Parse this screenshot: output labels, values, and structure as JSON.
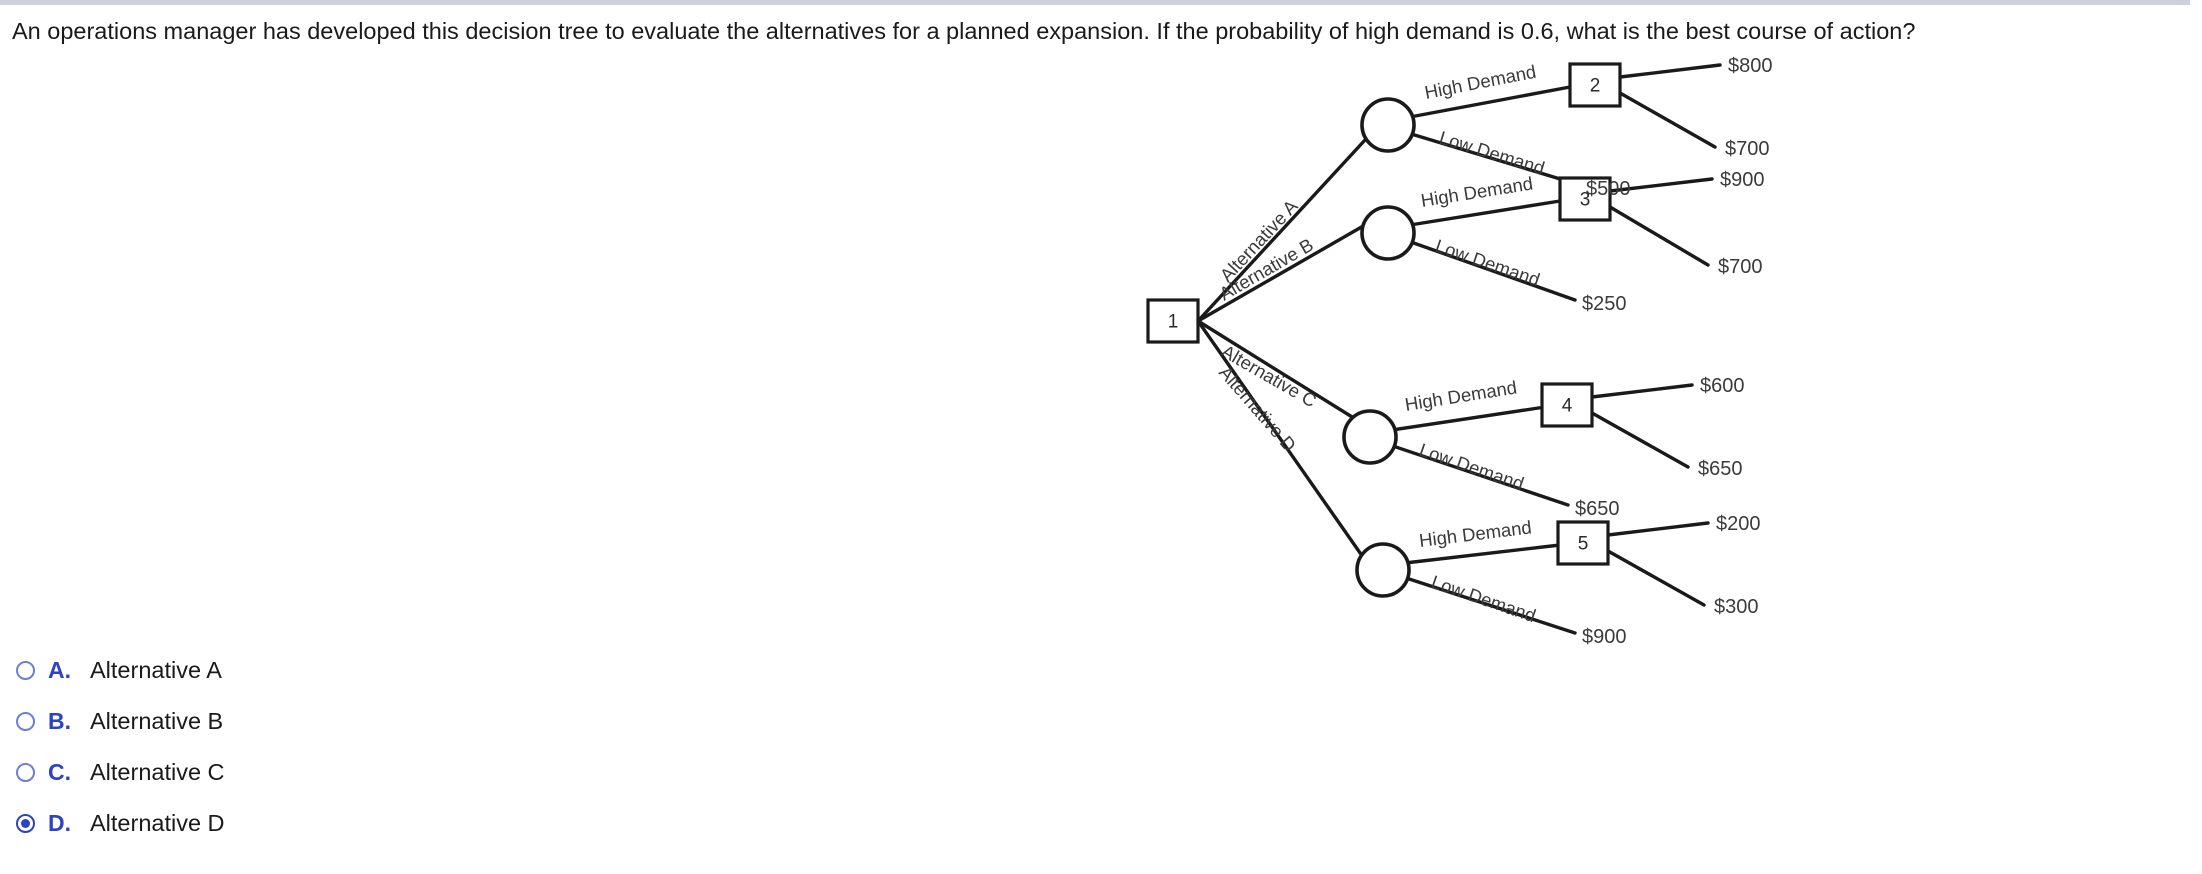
{
  "question": {
    "stem": "An operations manager has developed this decision tree to evaluate the alternatives for a planned expansion. If the probability of high demand is 0.6, what is the best course of action?"
  },
  "colors": {
    "accent": "#2b43c4",
    "radio_unselected": "#6b7fd7",
    "ink": "#1a1a1a",
    "top_rule": "#ccd1dc"
  },
  "figure": {
    "type": "decision-tree",
    "root": {
      "id": "node-1",
      "shape": "square",
      "label": "1"
    },
    "alternatives": [
      {
        "branch_label": "Alternative A",
        "chance_node": "chance-node-a",
        "states": [
          {
            "label": "High Demand",
            "leads_to": "node-2"
          },
          {
            "label": "Low Demand",
            "payoff": "$500"
          }
        ],
        "decision_node": {
          "id": "node-2",
          "shape": "square",
          "label": "2"
        },
        "decision_payoffs": [
          "$800",
          "$700"
        ]
      },
      {
        "branch_label": "Alternative B",
        "chance_node": "chance-node-b",
        "states": [
          {
            "label": "High Demand",
            "leads_to": "node-3"
          },
          {
            "label": "Low Demand",
            "payoff": "$250"
          }
        ],
        "decision_node": {
          "id": "node-3",
          "shape": "square",
          "label": "3"
        },
        "decision_payoffs": [
          "$900",
          "$700"
        ]
      },
      {
        "branch_label": "Alternative C",
        "chance_node": "chance-node-c",
        "states": [
          {
            "label": "High Demand",
            "leads_to": "node-4"
          },
          {
            "label": "Low Demand",
            "payoff": "$650"
          }
        ],
        "decision_node": {
          "id": "node-4",
          "shape": "square",
          "label": "4"
        },
        "decision_payoffs": [
          "$600",
          "$650"
        ]
      },
      {
        "branch_label": "Alternative D",
        "chance_node": "chance-node-d",
        "states": [
          {
            "label": "High Demand",
            "leads_to": "node-5"
          },
          {
            "label": "Low Demand",
            "payoff": "$900"
          }
        ],
        "decision_node": {
          "id": "node-5",
          "shape": "square",
          "label": "5"
        },
        "decision_payoffs": [
          "$200",
          "$300"
        ]
      }
    ],
    "flat": {
      "node_1": "1",
      "node_2": "2",
      "node_3": "3",
      "node_4": "4",
      "node_5": "5",
      "alt_a": "Alternative A",
      "alt_b": "Alternative B",
      "alt_c": "Alternative C",
      "alt_d": "Alternative D",
      "high_a": "High Demand",
      "low_a": "Low Demand",
      "high_b": "High Demand",
      "low_b": "Low Demand",
      "high_c": "High Demand",
      "low_c": "Low Demand",
      "high_d": "High Demand",
      "low_d": "Low Demand",
      "pay_a_low": "$500",
      "pay_a_1": "$800",
      "pay_a_2": "$700",
      "pay_b_low": "$250",
      "pay_b_1": "$900",
      "pay_b_2": "$700",
      "pay_c_low": "$650",
      "pay_c_1": "$600",
      "pay_c_2": "$650",
      "pay_d_low": "$900",
      "pay_d_1": "$200",
      "pay_d_2": "$300"
    }
  },
  "options": [
    {
      "letter": "A.",
      "text": "Alternative A",
      "selected": false
    },
    {
      "letter": "B.",
      "text": "Alternative B",
      "selected": false
    },
    {
      "letter": "C.",
      "text": "Alternative C",
      "selected": false
    },
    {
      "letter": "D.",
      "text": "Alternative D",
      "selected": true
    }
  ]
}
